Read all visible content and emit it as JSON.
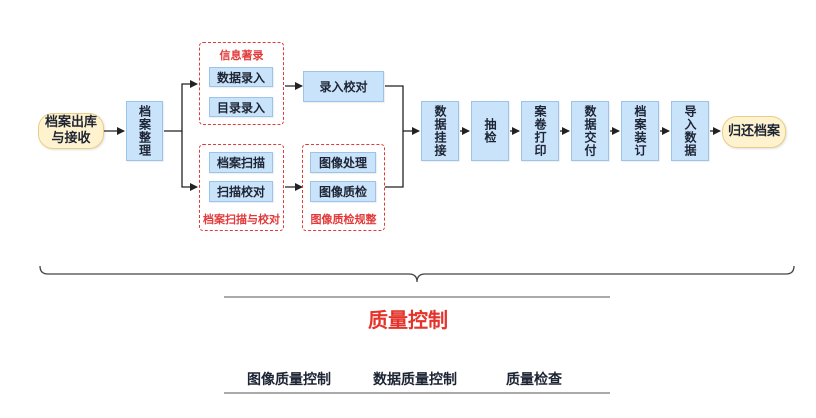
{
  "diagram": {
    "start": "档案出库\n与接收",
    "sort": "档案整理",
    "group_info": {
      "label": "信息著录",
      "items": [
        "数据录入",
        "目录录入"
      ]
    },
    "entry_check": "录入校对",
    "group_scan": {
      "label": "档案扫描与校对",
      "items": [
        "档案扫描",
        "扫描校对"
      ]
    },
    "group_image": {
      "label": "图像质检规整",
      "items": [
        "图像处理",
        "图像质检"
      ]
    },
    "pipeline": [
      "数据挂接",
      "抽检",
      "案卷打印",
      "数据交付",
      "档案装订",
      "导入数据"
    ],
    "end": "归还档案"
  },
  "quality": {
    "title": "质量控制",
    "items": [
      "图像质量控制",
      "数据质量控制",
      "质量检查"
    ]
  },
  "colors": {
    "node_fill": "#c9e3fb",
    "terminal_fill": "#fff3cf",
    "accent_red": "#e23a3a"
  }
}
